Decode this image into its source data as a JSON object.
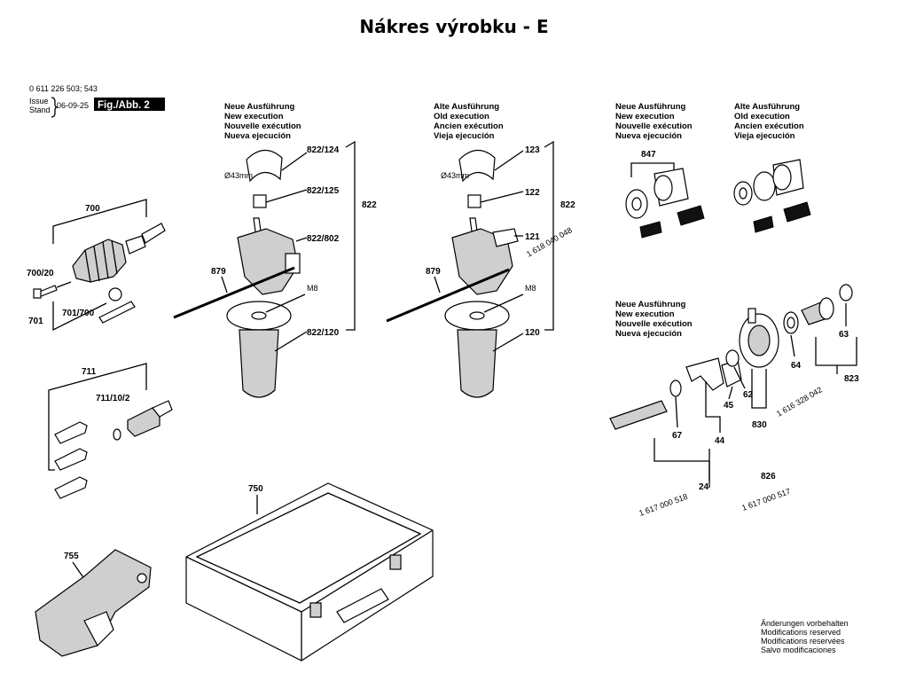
{
  "page_title": "Nákres výrobku - E",
  "doc": {
    "number": "0 611 226 503; 543",
    "issue_label": "Issue",
    "stand_label": "Stand",
    "date": "06-09-25",
    "figure": "Fig./Abb. 2"
  },
  "headers": {
    "new_a": [
      "Neue Ausführung",
      "New execution",
      "Nouvelle exécution",
      "Nueva ejecución"
    ],
    "old_a": [
      "Alte Ausführung",
      "Old execution",
      "Ancien exécution",
      "Vieja ejecución"
    ],
    "new_b": [
      "Neue Ausführung",
      "New execution",
      "Nouvelle exécution",
      "Nueva ejecución"
    ],
    "old_b": [
      "Alte Ausführung",
      "Old execution",
      "Ancien exécution",
      "Vieja ejecución"
    ],
    "new_c": [
      "Neue Ausführung",
      "New execution",
      "Nouvelle exécution",
      "Nueva ejecución"
    ]
  },
  "labels": {
    "p700": "700",
    "p700_20": "700/20",
    "p701": "701",
    "p701_700": "701/700",
    "p711": "711",
    "p711_10_2": "711/10/2",
    "p755": "755",
    "p750": "750",
    "p822_124": "822/124",
    "p822_125": "822/125",
    "p822_802": "822/802",
    "p822_120": "822/120",
    "p822a": "822",
    "p879a": "879",
    "m8a": "M8",
    "dia_a": "Ø43mm",
    "p123": "123",
    "p122": "122",
    "p121": "121",
    "p120": "120",
    "p822b": "822",
    "p879b": "879",
    "m8b": "M8",
    "dia_b": "Ø43mm",
    "ref_1618": "1 618 040 048",
    "p847": "847",
    "p63": "63",
    "p64": "64",
    "p62": "62",
    "p45": "45",
    "p67": "67",
    "p44": "44",
    "p830": "830",
    "p823": "823",
    "ref_1616": "1 616 328 042",
    "p826": "826",
    "p24": "24",
    "ref_1617_518": "1 617 000 518",
    "ref_1617_517": "1 617 000 517"
  },
  "footer": [
    "Änderungen vorbehalten",
    "Modifications reserved",
    "Modifications reservées",
    "Salvo modificaciones"
  ]
}
